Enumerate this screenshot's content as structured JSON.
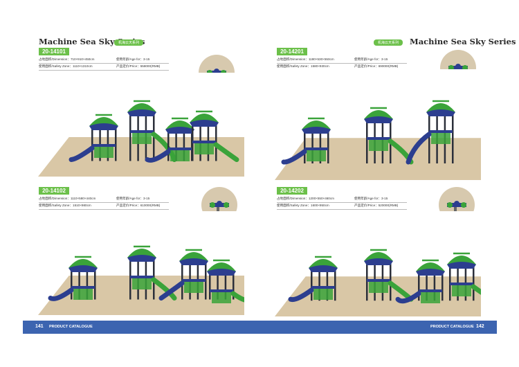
{
  "left_page": {
    "series_title": "Machine Sea Sky Series",
    "series_tag": "机海云天系列",
    "products": [
      {
        "code": "20-14101",
        "dimension": "占地面积/Dimension：710×910×450cm",
        "age": "使用年龄/Age for：3-15",
        "safety_zone": "使用面积/Safety Zone：1110×1310cm",
        "price": "产品定价/Price：558000(RMB)"
      },
      {
        "code": "20-14102",
        "dimension": "占地面积/Dimension：1110×580×440cm",
        "age": "使用年龄/Age for：3-15",
        "safety_zone": "使用面积/Safety Zone：1510×980cm",
        "price": "产品定价/Price：610000(RMB)"
      }
    ],
    "footer": {
      "page_number": "141",
      "label": "PRODUCT CATALOGUE"
    }
  },
  "right_page": {
    "series_title": "Machine Sea Sky Series",
    "series_tag": "机海云天系列",
    "products": [
      {
        "code": "20-14201",
        "dimension": "占地面积/Dimension：1180×530×550cm",
        "age": "使用年龄/Age for：3-15",
        "safety_zone": "使用面积/Safety Zone：1580×930cm",
        "price": "产品定价/Price：690000(RMB)"
      },
      {
        "code": "20-14202",
        "dimension": "占地面积/Dimension：1200×550×460cm",
        "age": "使用年龄/Age for：3-15",
        "safety_zone": "使用面积/Safety Zone：1600×950cm",
        "price": "产品定价/Price：520000(RMB)"
      }
    ],
    "footer": {
      "page_number": "142",
      "label": "PRODUCT CATALOGUE"
    }
  },
  "colors": {
    "accent_green": "#6cc04a",
    "footer_blue": "#3c64b0",
    "playground_green": "#3aa33a",
    "playground_blue": "#2c3e8f",
    "ground_sand": "#d9c7a6"
  },
  "icons": [
    "playground-illustration",
    "playground-top-view-icon"
  ]
}
